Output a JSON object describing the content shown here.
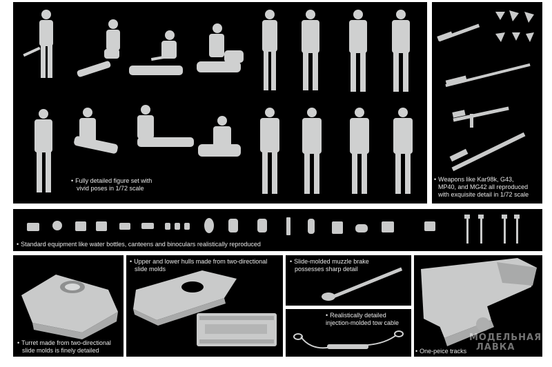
{
  "captions": {
    "figures": [
      "Fully detailed figure set with",
      "vivid poses in 1/72 scale"
    ],
    "weapons": [
      "Weapons like Kar98k, G43,",
      "MP40, and MG42 all reproduced",
      "with exquisite detail in 1/72 scale"
    ],
    "equipment": "Standard equipment like water bottles, canteens and binoculars realistically reproduced",
    "turret": [
      "Turret made from two-directional",
      "slide molds is finely detailed"
    ],
    "hulls": [
      "Upper and lower hulls made from two-directional",
      "slide molds"
    ],
    "muzzle": [
      "Slide-molded muzzle brake",
      "possesses sharp detail"
    ],
    "tow_cable": [
      "Realistically detailed",
      "injection-molded tow cable"
    ],
    "tracks": "One-peice tracks"
  },
  "watermark": [
    "МОДЕЛЬНАЯ",
    "ЛАВКА"
  ],
  "colors": {
    "background": "#000000",
    "frame": "#ffffff",
    "plastic": "#cfd0d0",
    "caption": "#e8e8e8"
  }
}
